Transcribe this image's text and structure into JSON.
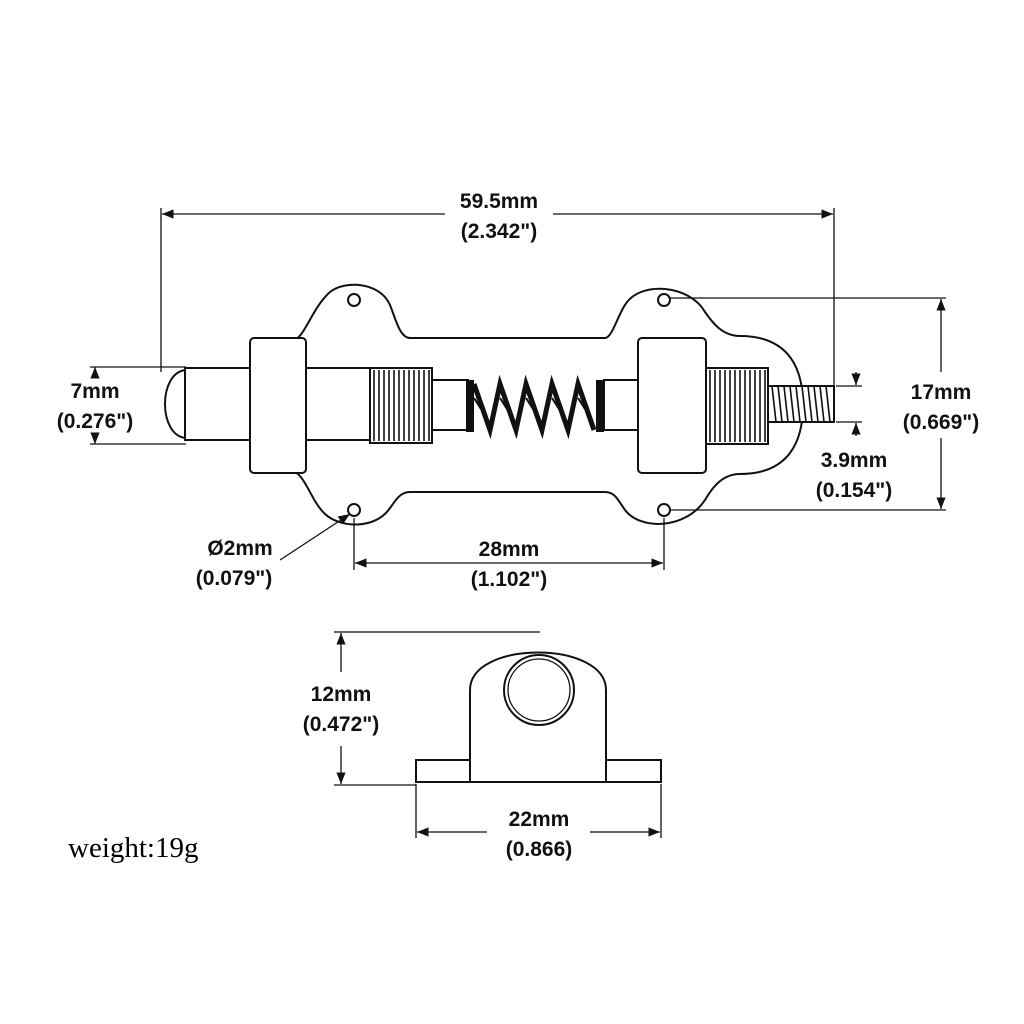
{
  "dimensions": {
    "overall_length": {
      "mm": "59.5mm",
      "inch": "(2.342\")"
    },
    "plunger_diameter": {
      "mm": "7mm",
      "inch": "(0.276\")"
    },
    "overall_height": {
      "mm": "17mm",
      "inch": "(0.669\")"
    },
    "thread_diameter": {
      "mm": "3.9mm",
      "inch": "(0.154\")"
    },
    "hole_diameter": {
      "mm": "Ø2mm",
      "inch": "(0.079\")"
    },
    "hole_spacing": {
      "mm": "28mm",
      "inch": "(1.102\")"
    },
    "keeper_height": {
      "mm": "12mm",
      "inch": "(0.472\")"
    },
    "keeper_width": {
      "mm": "22mm",
      "inch": "(0.866)"
    }
  },
  "weight": "weight:19g"
}
